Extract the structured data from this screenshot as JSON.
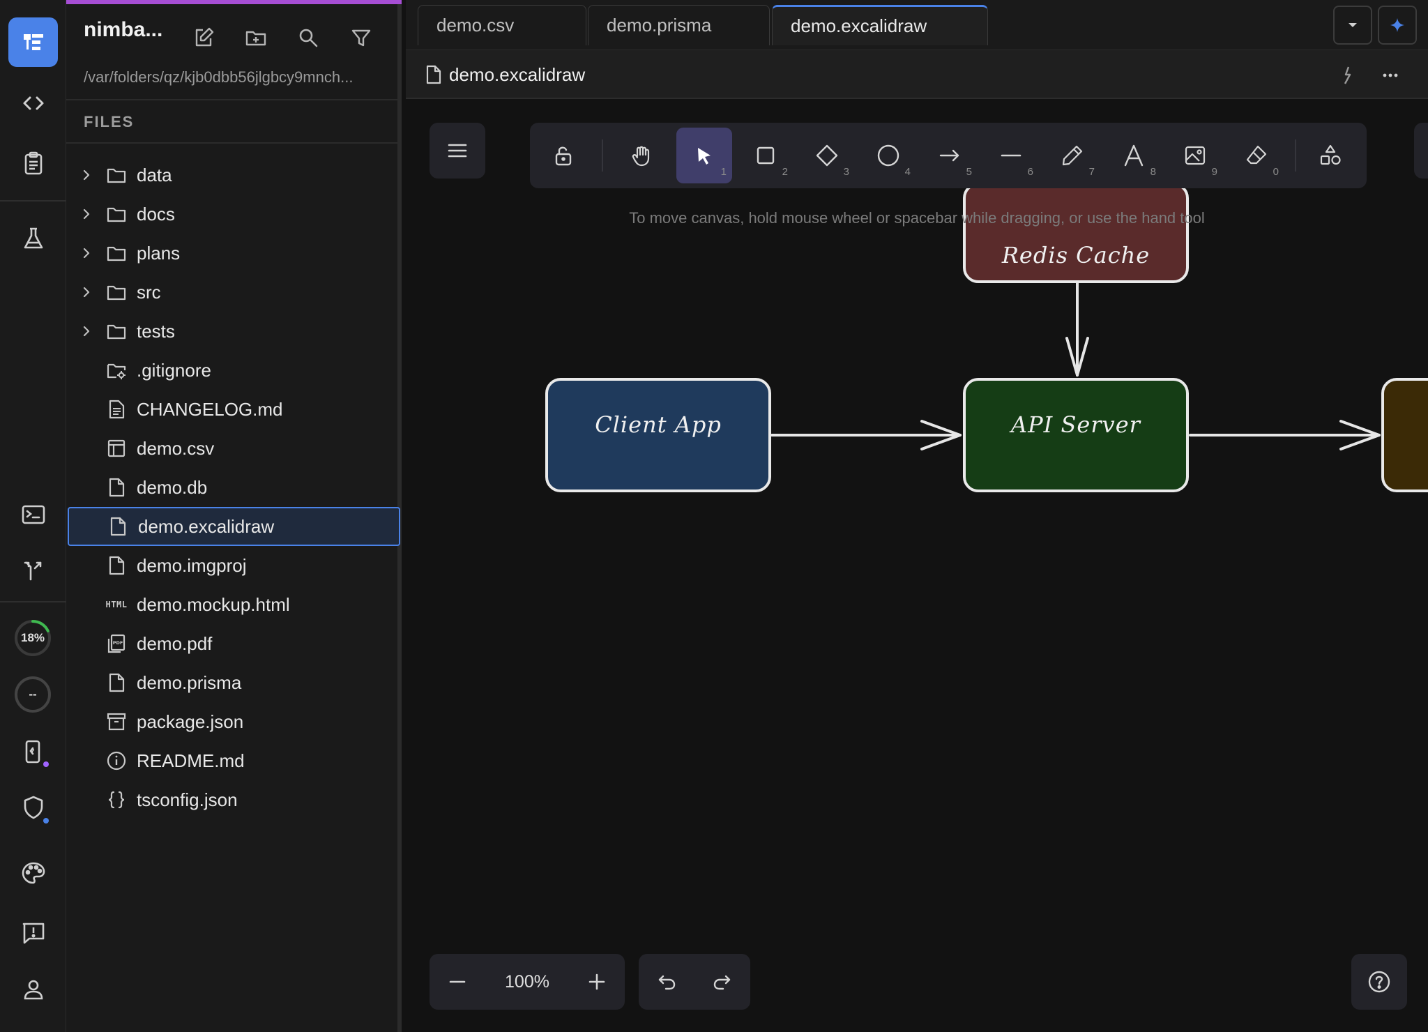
{
  "workspace": {
    "title": "nimba...",
    "path": "/var/folders/qz/kjb0dbb56jlgbcy9mnch...",
    "files_label": "FILES"
  },
  "activity": {
    "progress_percent": 18,
    "progress_label": "18%",
    "status_label": "--"
  },
  "files": [
    {
      "name": "data",
      "type": "folder"
    },
    {
      "name": "docs",
      "type": "folder"
    },
    {
      "name": "plans",
      "type": "folder"
    },
    {
      "name": "src",
      "type": "folder"
    },
    {
      "name": "tests",
      "type": "folder"
    },
    {
      "name": ".gitignore",
      "type": "folder-gear"
    },
    {
      "name": "CHANGELOG.md",
      "type": "doc-lines"
    },
    {
      "name": "demo.csv",
      "type": "table"
    },
    {
      "name": "demo.db",
      "type": "file"
    },
    {
      "name": "demo.excalidraw",
      "type": "file",
      "selected": true
    },
    {
      "name": "demo.imgproj",
      "type": "file"
    },
    {
      "name": "demo.mockup.html",
      "type": "html"
    },
    {
      "name": "demo.pdf",
      "type": "pdf"
    },
    {
      "name": "demo.prisma",
      "type": "file"
    },
    {
      "name": "package.json",
      "type": "archive"
    },
    {
      "name": "README.md",
      "type": "info"
    },
    {
      "name": "tsconfig.json",
      "type": "braces"
    }
  ],
  "html_glyph": "HTML",
  "tabs": [
    "demo.csv",
    "demo.prisma",
    "demo.excalidraw"
  ],
  "active_tab": "demo.excalidraw",
  "file_header": {
    "title": "demo.excalidraw"
  },
  "toolbar": {
    "tools": [
      {
        "name": "lock",
        "key": ""
      },
      {
        "name": "hand",
        "key": ""
      },
      {
        "name": "selection",
        "key": "1",
        "active": true
      },
      {
        "name": "rectangle",
        "key": "2"
      },
      {
        "name": "diamond",
        "key": "3"
      },
      {
        "name": "ellipse",
        "key": "4"
      },
      {
        "name": "arrow",
        "key": "5"
      },
      {
        "name": "line",
        "key": "6"
      },
      {
        "name": "draw",
        "key": "7"
      },
      {
        "name": "text",
        "key": "8"
      },
      {
        "name": "image",
        "key": "9"
      },
      {
        "name": "eraser",
        "key": "0"
      },
      {
        "name": "more-shapes",
        "key": ""
      }
    ]
  },
  "canvas": {
    "hint": "To move canvas, hold mouse wheel or spacebar while dragging, or use the hand tool",
    "nodes": [
      {
        "id": "redis",
        "label": "Redis Cache",
        "fill": "#5a2b2b"
      },
      {
        "id": "client",
        "label": "Client App",
        "fill": "#1f3a5c"
      },
      {
        "id": "api",
        "label": "API Server",
        "fill": "#153d15"
      },
      {
        "id": "partial",
        "label": "",
        "fill": "#3b2a06"
      }
    ]
  },
  "zoom": {
    "value": "100%"
  },
  "colors": {
    "accent": "#4a82e8",
    "workspace_accent": "#a64ed4",
    "progress_ring": "#3fb950",
    "notification_purple": "#a064ff",
    "notification_blue": "#4a82e8"
  }
}
